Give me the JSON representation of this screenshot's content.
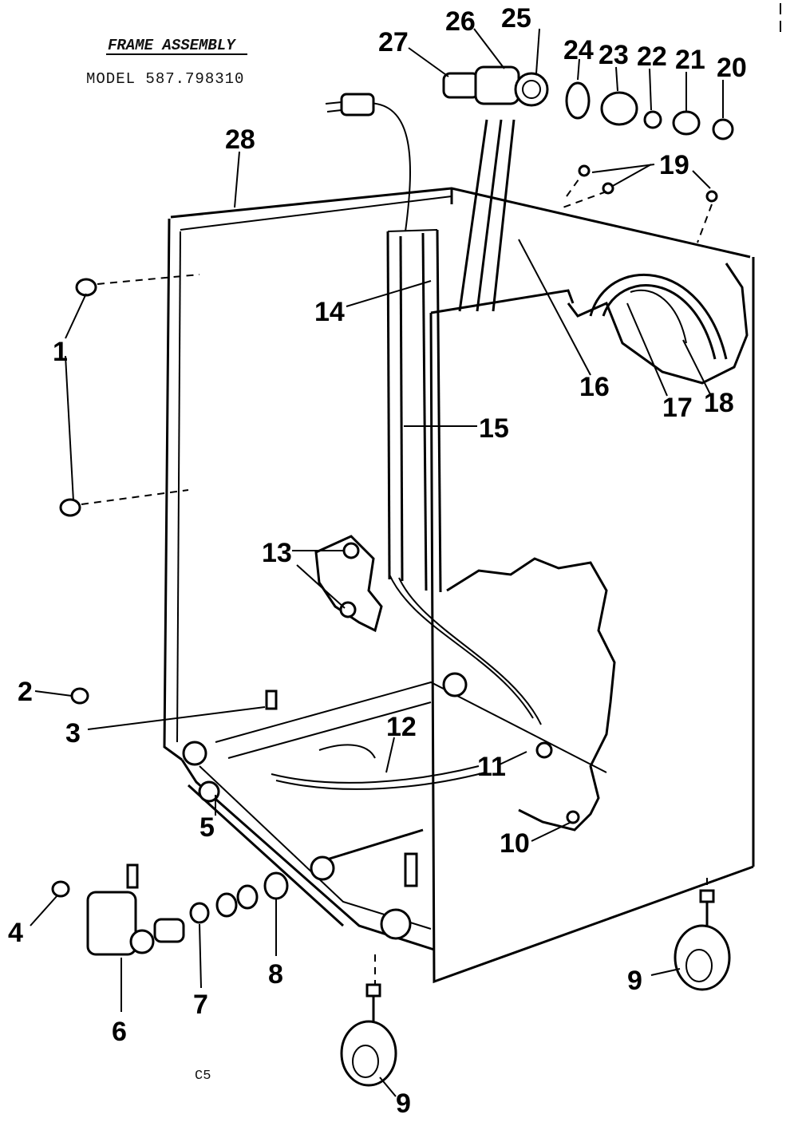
{
  "header": {
    "title": "FRAME ASSEMBLY",
    "model": "MODEL 587.798310"
  },
  "footer": {
    "code": "C5"
  },
  "callouts": [
    {
      "id": "1",
      "text": "1"
    },
    {
      "id": "2",
      "text": "2"
    },
    {
      "id": "3",
      "text": "3"
    },
    {
      "id": "4",
      "text": "4"
    },
    {
      "id": "5",
      "text": "5"
    },
    {
      "id": "6",
      "text": "6"
    },
    {
      "id": "7",
      "text": "7"
    },
    {
      "id": "8",
      "text": "8"
    },
    {
      "id": "9a",
      "text": "9"
    },
    {
      "id": "9b",
      "text": "9"
    },
    {
      "id": "10",
      "text": "10"
    },
    {
      "id": "11",
      "text": "11"
    },
    {
      "id": "12",
      "text": "12"
    },
    {
      "id": "13",
      "text": "13"
    },
    {
      "id": "14",
      "text": "14"
    },
    {
      "id": "15",
      "text": "15"
    },
    {
      "id": "16",
      "text": "16"
    },
    {
      "id": "17",
      "text": "17"
    },
    {
      "id": "18",
      "text": "18"
    },
    {
      "id": "19",
      "text": "19"
    },
    {
      "id": "20",
      "text": "20"
    },
    {
      "id": "21",
      "text": "21"
    },
    {
      "id": "22",
      "text": "22"
    },
    {
      "id": "23",
      "text": "23"
    },
    {
      "id": "24",
      "text": "24"
    },
    {
      "id": "25",
      "text": "25"
    },
    {
      "id": "26",
      "text": "26"
    },
    {
      "id": "27",
      "text": "27"
    },
    {
      "id": "28",
      "text": "28"
    }
  ]
}
